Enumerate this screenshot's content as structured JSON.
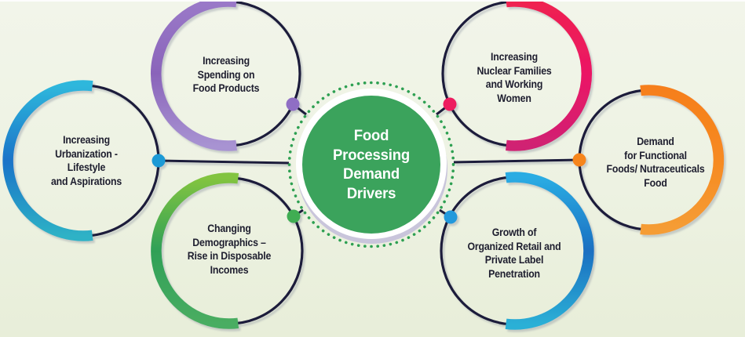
{
  "theme": {
    "outline_color": "#1b1b3a",
    "text_color": "#1d1d2e",
    "background_top": "#f2f5ea",
    "background_bottom": "#e8eed9",
    "center_shadow_color": "#c9c5db"
  },
  "center": {
    "lines": [
      "Food",
      "Processing",
      "Demand",
      "Drivers"
    ],
    "circle_color": "#3ba35c",
    "ring_color": "#ffffff",
    "dotted_ring_color": "#2ea052",
    "text_color": "#ffffff"
  },
  "nodes": [
    {
      "id": "increasing-urbanization",
      "position": "left",
      "lines": [
        "Increasing",
        "Urbanization -",
        "Lifestyle",
        "and Aspirations"
      ],
      "arc_gradient": [
        "#2fb7dc",
        "#1a73c8",
        "#2eb2c6"
      ],
      "dot_color": "#1c9ad6"
    },
    {
      "id": "increasing-spending",
      "position": "top-left",
      "lines": [
        "Increasing",
        "Spending on",
        "Food Products"
      ],
      "arc_gradient": [
        "#9a79c8",
        "#8a64ba",
        "#a893d2"
      ],
      "dot_color": "#8f6ec4"
    },
    {
      "id": "changing-demographics",
      "position": "bottom-left",
      "lines": [
        "Changing",
        "Demographics –",
        "Rise in Disposable",
        "Incomes"
      ],
      "arc_gradient": [
        "#82c440",
        "#2fa057",
        "#4aad62"
      ],
      "dot_color": "#3fad52"
    },
    {
      "id": "nuclear-families",
      "position": "top-right",
      "lines": [
        "Increasing",
        "Nuclear Families",
        "and Working",
        "Women"
      ],
      "arc_gradient": [
        "#ef2150",
        "#eb1765",
        "#d02173"
      ],
      "dot_color": "#ed1a5e"
    },
    {
      "id": "organized-retail",
      "position": "bottom-right",
      "lines": [
        "Growth of",
        "Organized Retail and",
        "Private Label",
        "Penetration"
      ],
      "arc_gradient": [
        "#2aace3",
        "#1b6fc1",
        "#2bb0d6"
      ],
      "dot_color": "#2499dc"
    },
    {
      "id": "functional-foods",
      "position": "right",
      "lines": [
        "Demand",
        "for Functional",
        "Foods/ Nutraceuticals",
        "Food"
      ],
      "arc_gradient": [
        "#f67f1b",
        "#f68a22",
        "#f59d35"
      ],
      "dot_color": "#f6851f"
    }
  ]
}
